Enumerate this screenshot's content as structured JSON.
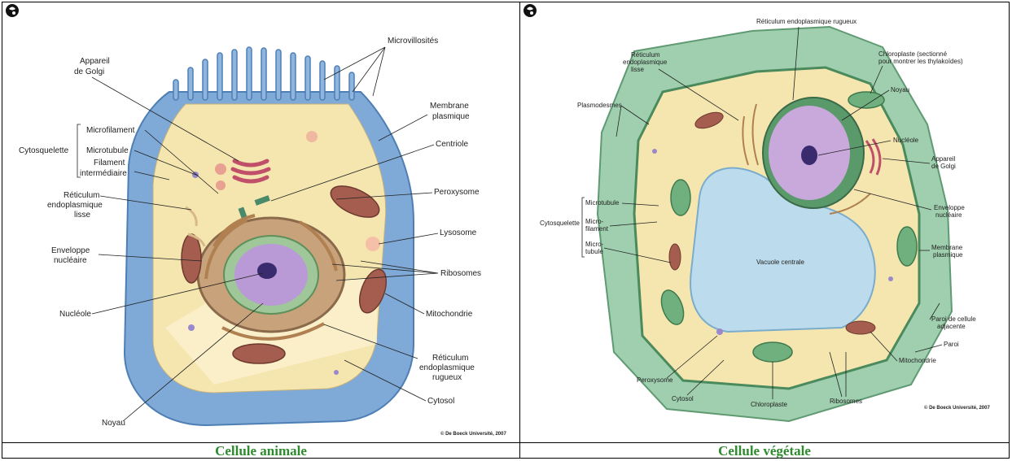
{
  "left": {
    "caption": "Cellule animale",
    "copyright": "© De Boeck Université, 2007",
    "labels": {
      "microvillosites": "Microvillosités",
      "appareil_golgi_1": "Appareil",
      "appareil_golgi_2": "de Golgi",
      "membrane_1": "Membrane",
      "membrane_2": "plasmique",
      "microfilament": "Microfilament",
      "cytosquelette": "Cytosquelette",
      "microtubule": "Microtubule",
      "filament_1": "Filament",
      "filament_2": "intermédiaire",
      "centriole": "Centriole",
      "reticulum_lisse_1": "Réticulum",
      "reticulum_lisse_2": "endoplasmique",
      "reticulum_lisse_3": "lisse",
      "peroxysome": "Peroxysome",
      "lysosome": "Lysosome",
      "enveloppe_1": "Enveloppe",
      "enveloppe_2": "nucléaire",
      "ribosomes": "Ribosomes",
      "nucleole": "Nucléole",
      "mitochondrie": "Mitochondrie",
      "reticulum_rugueux_1": "Réticulum",
      "reticulum_rugueux_2": "endoplasmique",
      "reticulum_rugueux_3": "rugueux",
      "cytosol": "Cytosol",
      "noyau": "Noyau"
    }
  },
  "right": {
    "caption": "Cellule végétale",
    "copyright": "© De Boeck Université, 2007",
    "labels": {
      "reticulum_rugueux": "Réticulum endoplasmique rugueux",
      "reticulum_lisse_1": "Réticulum",
      "reticulum_lisse_2": "endoplasmique",
      "reticulum_lisse_3": "lisse",
      "chloroplaste_1": "Chloroplaste (sectionné",
      "chloroplaste_2": "pour montrer les thylakoïdes)",
      "plasmodesmes": "Plasmodesmes",
      "noyau": "Noyau",
      "nucleole": "Nucléole",
      "appareil_1": "Appareil",
      "appareil_2": "de Golgi",
      "microtubule": "Microtubule",
      "cytosquelette": "Cytosquelette",
      "microfilament_1": "Micro-",
      "microfilament_2": "filament",
      "microtubule2_1": "Micro-",
      "microtubule2_2": "tubule",
      "enveloppe_1": "Enveloppe",
      "enveloppe_2": "nucléaire",
      "vacuole": "Vacuole centrale",
      "membrane_1": "Membrane",
      "membrane_2": "plasmique",
      "paroi_adj_1": "Paroi de cellule",
      "paroi_adj_2": "adjacente",
      "paroi": "Paroi",
      "mitochondrie": "Mitochondrie",
      "peroxysome": "Peroxysome",
      "cytosol": "Cytosol",
      "chloroplaste": "Chloroplaste",
      "ribosomes": "Ribosomes"
    }
  }
}
